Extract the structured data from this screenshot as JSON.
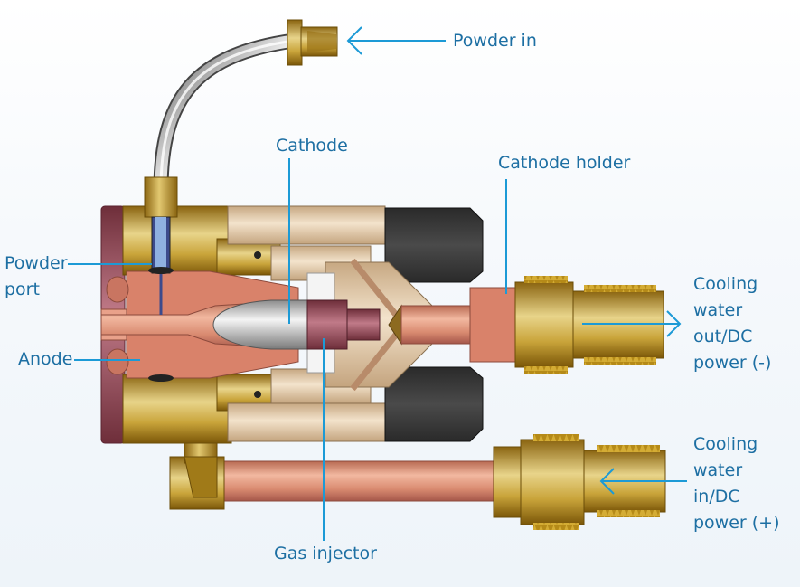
{
  "labels": {
    "powder_in": "Powder in",
    "cathode": "Cathode",
    "cathode_holder": "Cathode holder",
    "powder_port": "Powder\nport",
    "anode": "Anode",
    "cooling_out": "Cooling\nwater\nout/DC\npower (-)",
    "cooling_in": "Cooling\nwater\nin/DC\npower (+)",
    "gas_injector": "Gas injector"
  },
  "colors": {
    "label_text": "#1d6fa3",
    "leader_line": "#1c9ad6",
    "copper": "#d9826a",
    "brass": "#b58a18",
    "insulator": "#3c3c3c",
    "beige_housing": "#d8c0a0",
    "electrode_silver": "#c8c8c8"
  }
}
